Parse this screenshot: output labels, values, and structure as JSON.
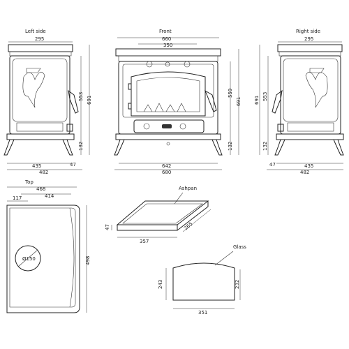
{
  "views": {
    "left": {
      "title": "Left side",
      "dims": {
        "top_width": "295",
        "height_body": "553",
        "height_total": "691",
        "leg_height": "132",
        "base_depth": "435",
        "base_offset": "47",
        "total_depth": "482"
      }
    },
    "front": {
      "title": "Front",
      "dims": {
        "top_width": "660",
        "inner_width": "350",
        "height_body": "559",
        "height_total": "691",
        "leg_height": "132",
        "base_width": "642",
        "total_width": "680"
      }
    },
    "right": {
      "title": "Right side",
      "dims": {
        "top_width": "295",
        "height_body": "553",
        "height_total": "691",
        "leg_height": "132",
        "base_depth": "435",
        "base_offset": "47",
        "total_depth": "482"
      }
    },
    "top": {
      "title": "Top",
      "dims": {
        "total_width": "468",
        "inner_width": "414",
        "flue_offset": "117",
        "depth": "498",
        "flue_label": "Ø150"
      }
    },
    "ashpan": {
      "title": "Ashpan",
      "dims": {
        "length": "357",
        "depth": "265",
        "height": "47"
      }
    },
    "glass": {
      "title": "Glass",
      "dims": {
        "width": "351",
        "height_left": "243",
        "height_right": "232"
      }
    }
  }
}
